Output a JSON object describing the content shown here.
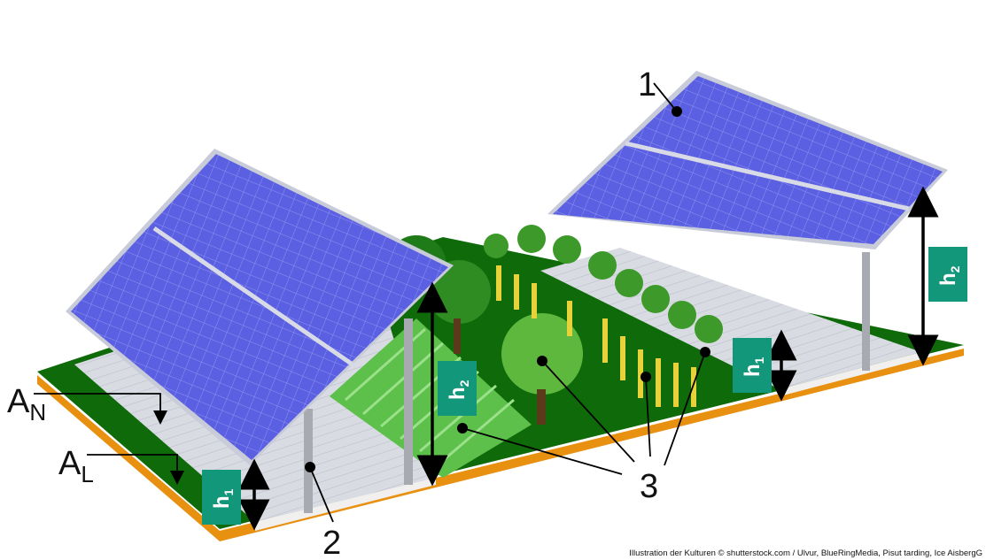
{
  "labels": {
    "module": "1",
    "support": "2",
    "crops": "3",
    "an_main": "A",
    "an_sub": "N",
    "al_main": "A",
    "al_sub": "L",
    "h1_main": "h",
    "h1_sub": "1",
    "h2_main": "h",
    "h2_sub": "2"
  },
  "colors": {
    "panel": "#5a5fe0",
    "panel_frame": "#c8cbd8",
    "grass": "#0f6b0a",
    "soil_edge": "#e89010",
    "strip": "#d6d8e0",
    "hbox": "#13977a"
  },
  "credit": "Illustration der Kulturen © shutterstock.com / Ulvur, BlueRingMedia, Pisut tarding, Ice AisbergG"
}
